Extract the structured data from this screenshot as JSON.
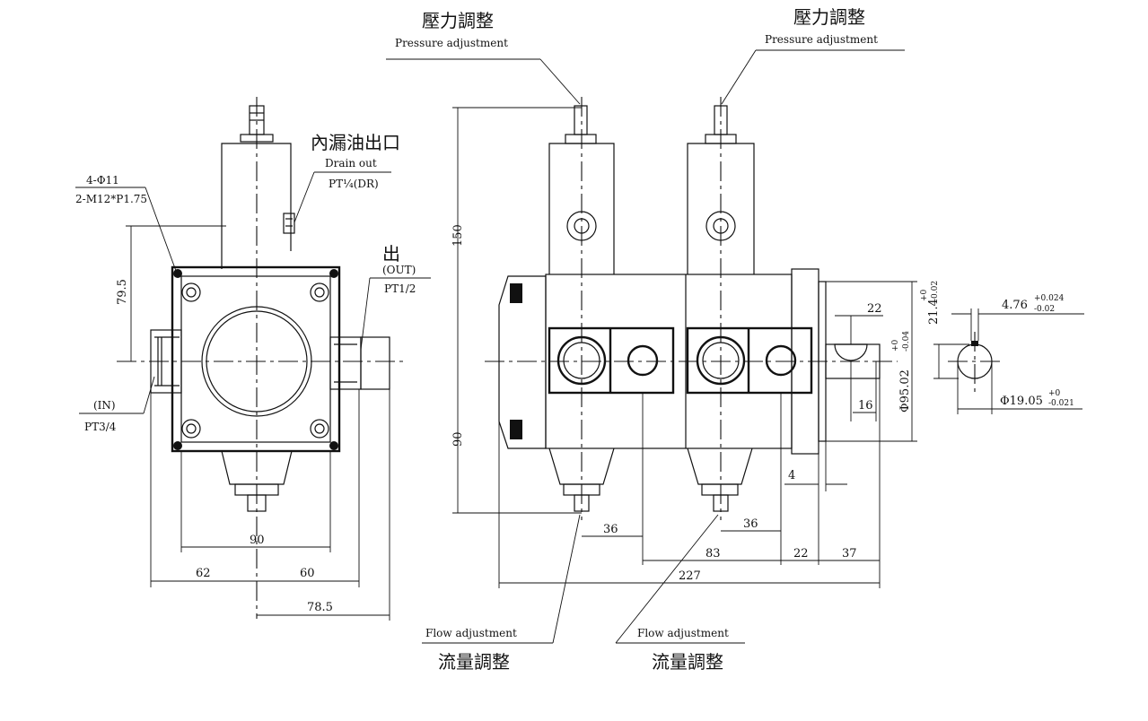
{
  "labels": {
    "pressure_adj_cn": "壓力調整",
    "pressure_adj_en": "Pressure adjustment",
    "flow_adj_cn": "流量調整",
    "flow_adj_en": "Flow adjustment",
    "drain_cn": "內漏油出口",
    "drain_en": "Drain out",
    "drain_port": "PT¼(DR)",
    "out_cn": "出",
    "out_en": "(OUT)",
    "out_port": "PT1/2",
    "in_en": "(IN)",
    "in_port": "PT3/4",
    "bolt1": "4-Φ11",
    "bolt2": "2-M12*P1.75"
  },
  "dims": {
    "d79_5": "79.5",
    "d90_front": "90",
    "d62": "62",
    "d60": "60",
    "d78_5": "78.5",
    "d150": "150",
    "d90_side": "90",
    "d36a": "36",
    "d36b": "36",
    "d83": "83",
    "d22a": "22",
    "d37": "37",
    "d227": "227",
    "d4": "4",
    "d16": "16",
    "d22_key": "22",
    "pilot_dia": "Φ95.02",
    "pilot_tol_up": "+0",
    "pilot_tol_lo": "-0.04",
    "shaft_dia": "Φ19.05",
    "shaft_tol_up": "+0",
    "shaft_tol_lo": "-0.021",
    "key_h": "21.4",
    "key_h_tol_up": "+0",
    "key_h_tol_lo": "-0.02",
    "key_w": "4.76",
    "key_w_tol_up": "+0.024",
    "key_w_tol_lo": "-0.02"
  }
}
